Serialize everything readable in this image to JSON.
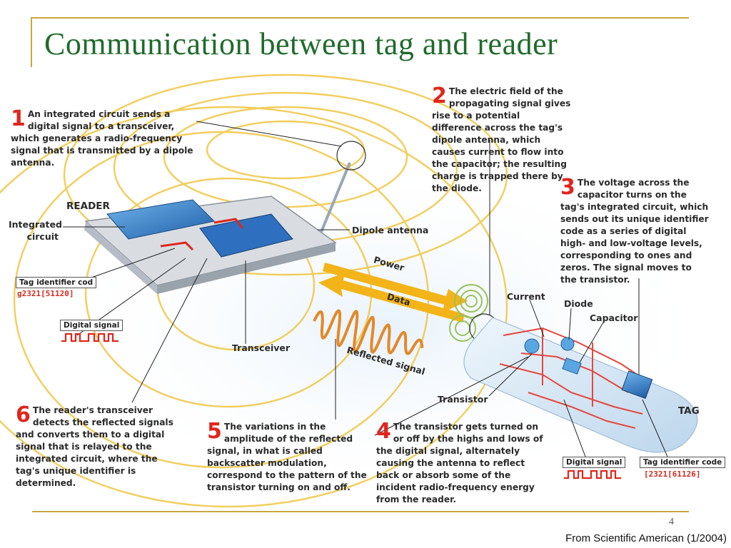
{
  "title": "Communication between tag and reader",
  "slide_number": "4",
  "source": "From Scientific American (1/2004)",
  "colors": {
    "title": "#1f6b2c",
    "rule": "#c8a640",
    "field_rings": "#f0c540",
    "step_number": "#e0261d",
    "arrow": "#f2b418",
    "circuit": "#e8453a"
  },
  "steps": [
    {
      "number": "1",
      "text": "An integrated circuit sends a digital signal to a transceiver, which generates a radio-frequency signal that is transmitted by a dipole antenna."
    },
    {
      "number": "2",
      "text": "The electric field of the propagating signal gives rise to a potential difference across the tag's dipole antenna, which causes current to flow into the capacitor; the resulting charge is trapped there by the diode."
    },
    {
      "number": "3",
      "text": "The voltage across the capacitor turns on the tag's integrated circuit, which sends out its unique identifier code as a series of digital high- and low-voltage levels, corresponding to ones and zeros. The signal moves to the transistor."
    },
    {
      "number": "4",
      "text": "The transistor gets turned on or off by the highs and lows of the digital signal, alternately causing the antenna to reflect back or absorb some of the incident radio-frequency energy from the reader."
    },
    {
      "number": "5",
      "text": "The variations in the amplitude of the reflected signal, in what is called backscatter modulation, correspond to the pattern of the transistor turning on and off."
    },
    {
      "number": "6",
      "text": "The reader's transceiver detects the reflected signals and converts them to a digital signal that is relayed to the integrated circuit, where the tag's unique identifier is determined."
    }
  ],
  "labels": {
    "reader": "READER",
    "tag": "TAG",
    "integrated_circuit": "Integrated circuit",
    "dipole_antenna": "Dipole antenna",
    "transceiver": "Transceiver",
    "power": "Power",
    "data": "Data",
    "reflected_signal": "Reflected signal",
    "current": "Current",
    "diode": "Diode",
    "capacitor": "Capacitor",
    "transistor": "Transistor",
    "tag_identifier_code_reader": "Tag identifier cod",
    "tag_identifier_code_tag": "Tag identifier code",
    "digital_signal_reader": "Digital signal",
    "digital_signal_tag": "Digital signal",
    "code_reader": "g2321[51120]",
    "code_tag": "[2321[61126]"
  }
}
